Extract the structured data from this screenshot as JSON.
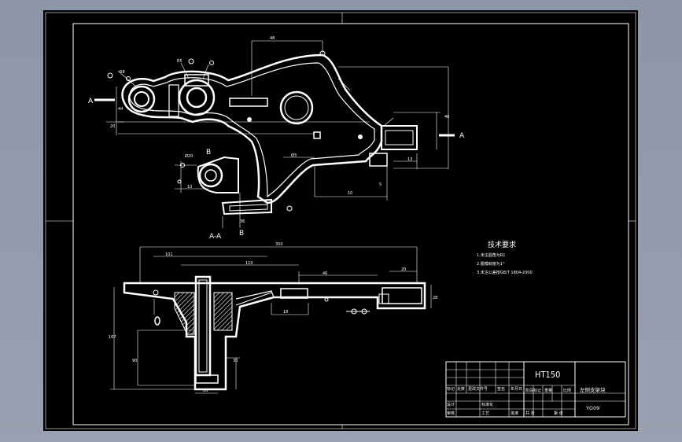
{
  "section": {
    "label": "A-A"
  },
  "view_marks": {
    "a_left": "A",
    "a_right": "A",
    "b_top": "B",
    "b_bottom": "B"
  },
  "tech_requirements": {
    "heading": "技术要求",
    "items": [
      "1.未注圆角为R1",
      "2.脱模斜度为1°",
      "3.未注公差按GB/T 1804-2000"
    ]
  },
  "title_block": {
    "material": "HT150",
    "part_name": "左侧支架块",
    "drawing_no": "YG09",
    "header_cells": [
      "标记",
      "处数",
      "更改文件号",
      "签名",
      "年月日"
    ],
    "row_cells": [
      "设计",
      "标准化",
      "阶段标记",
      "重量",
      "比例"
    ],
    "row2_cells": [
      "审核",
      "工艺",
      "批准",
      "共 张",
      "第 张"
    ]
  },
  "colors": {
    "background": "#000000",
    "lines": "#ffffff",
    "frame": "#8e97a8"
  }
}
